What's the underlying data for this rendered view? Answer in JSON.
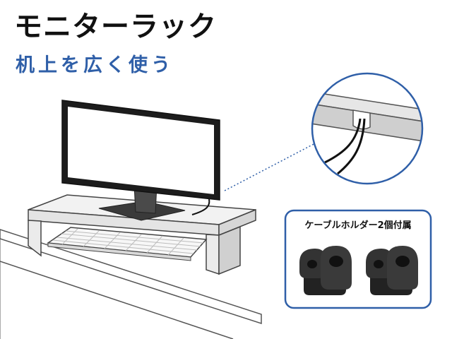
{
  "header": {
    "title": "モニターラック",
    "subtitle": "机上を広く使う"
  },
  "callout": {
    "holder_label": "ケーブルホルダー2個付属"
  },
  "colors": {
    "accent_blue": "#2f5fa8",
    "title_black": "#111111",
    "rack_white": "#f2f2f2",
    "holder_dark": "#2a2a2a"
  },
  "icons": [
    "monitor-illustration",
    "keyboard-illustration",
    "rack-illustration",
    "cable-holder-icon",
    "zoom-detail-circle"
  ]
}
